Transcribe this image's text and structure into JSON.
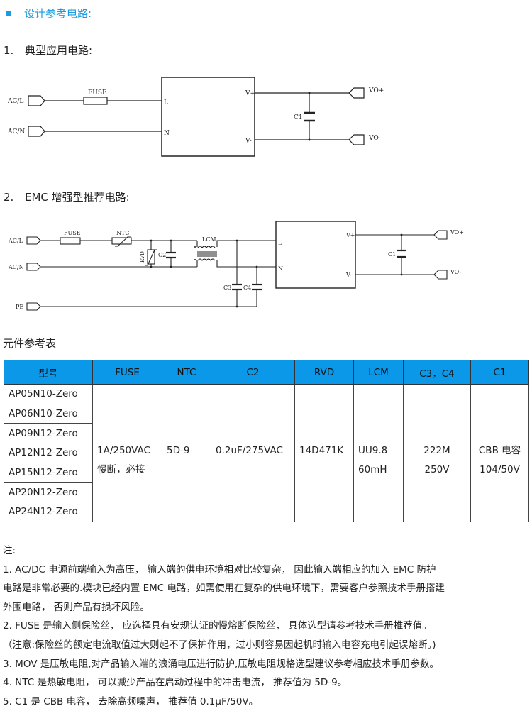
{
  "section_heading": "设计参考电路:",
  "colors": {
    "accent": "#1a9be0",
    "table_header": "#0b98e8"
  },
  "circuit1": {
    "number": "1.",
    "title": "典型应用电路:",
    "labels": {
      "ac_l": "AC/L",
      "ac_n": "AC/N",
      "fuse": "FUSE",
      "pin_l": "L",
      "pin_n": "N",
      "pin_vp": "V+",
      "pin_vm": "V-",
      "c1": "C1",
      "vo_p": "VO+",
      "vo_m": "VO-"
    }
  },
  "circuit2": {
    "number": "2.",
    "title": "EMC 增强型推荐电路:",
    "labels": {
      "ac_l": "AC/L",
      "ac_n": "AC/N",
      "pe": "PE",
      "fuse": "FUSE",
      "ntc": "NTC",
      "rvd": "RVD",
      "c2": "C2",
      "lcm": "LCM",
      "c3": "C3",
      "c4": "C4",
      "pin_l": "L",
      "pin_n": "N",
      "pin_vp": "V+",
      "pin_vm": "V-",
      "c1": "C1",
      "vo_p": "VO+",
      "vo_m": "VO-"
    }
  },
  "table": {
    "title": "元件参考表",
    "headers": [
      "型号",
      "FUSE",
      "NTC",
      "C2",
      "RVD",
      "LCM",
      "C3，C4",
      "C1"
    ],
    "models": [
      "AP05N10-Zero",
      "AP06N10-Zero",
      "AP09N12-Zero",
      "AP12N12-Zero",
      "AP15N12-Zero",
      "AP20N12-Zero",
      "AP24N12-Zero"
    ],
    "shared": {
      "fuse": [
        "1A/250VAC",
        "慢断，必接"
      ],
      "ntc": [
        "5D-9"
      ],
      "c2": [
        "0.2uF/275VAC"
      ],
      "rvd": [
        "14D471K"
      ],
      "lcm": [
        "UU9.8",
        "60mH"
      ],
      "c3c4": [
        "222M",
        "250V"
      ],
      "c1": [
        "CBB 电容",
        "104/50V"
      ]
    }
  },
  "notes": {
    "title": "注:",
    "lines": [
      "1. AC/DC 电源前端输入为高压，  输入端的供电环境相对比较复杂，  因此输入端相应的加入  EMC  防护",
      "电路是非常必要的.模块已经内置 EMC 电路，如需使用在复杂的供电环境下，需要客户参照技术手册搭建",
      "外围电路，  否则产品有损坏风险。",
      "2. FUSE  是输入侧保险丝，  应选择具有安规认证的慢熔断保险丝，  具体选型请参考技术手册推荐值。",
      "（注意:保险丝的额定电流取值过大则起不了保护作用，过小则容易因起机时输入电容充电引起误熔断。)",
      "3. MOV  是压敏电阻,对产品输入端的浪涌电压进行防护,压敏电阻规格选型建议参考相应技术手册参数。",
      "4. NTC  是热敏电阻，  可以减少产品在启动过程中的冲击电流，  推荐值为  5D-9。",
      "5. C1  是 CBB 电容，  去除高频噪声，  推荐值  0.1μF/50V。"
    ]
  }
}
